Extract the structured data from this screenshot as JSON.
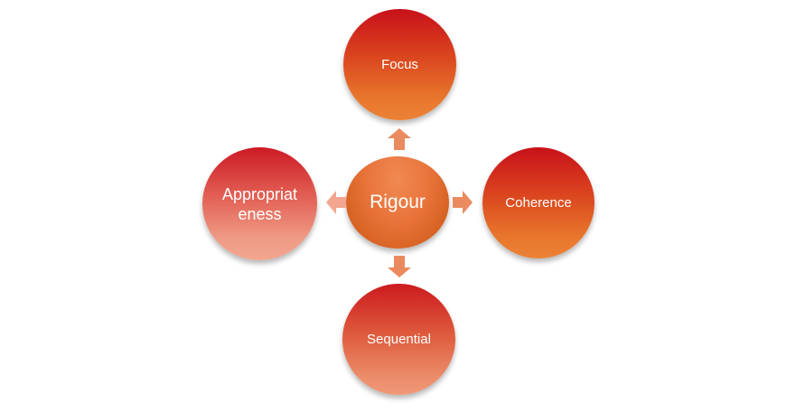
{
  "diagram": {
    "center": {
      "label": "Rigour"
    },
    "top": {
      "label": "Focus"
    },
    "right": {
      "label": "Coherence"
    },
    "bottom": {
      "label": "Sequential"
    },
    "left": {
      "label": "Appropriateness"
    }
  },
  "colors": {
    "node_top": "#c8101a",
    "node_bottom_light": "#eb8236",
    "center": "#e8733a",
    "arrow": "#eb8a5e",
    "arrow_pale": "#f2a690"
  }
}
